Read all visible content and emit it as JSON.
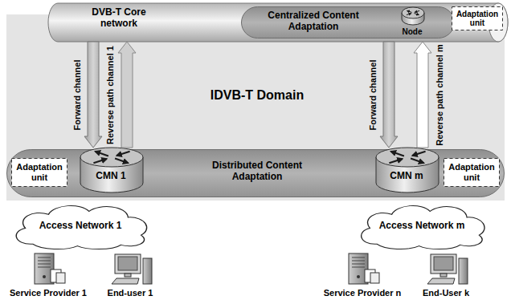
{
  "diagram": {
    "nodes": [
      {
        "text": [
          "IDVB-T Domain"
        ]
      },
      {
        "text": [
          "DVB-T Core network"
        ],
        "in": 0
      },
      {
        "text": [
          "Centralized Content Adaptation"
        ],
        "in": 1
      },
      {
        "text": [
          "Node"
        ],
        "in": 2
      },
      {
        "text": [
          "Adaptation unit"
        ],
        "in": 1
      },
      {
        "text": [
          "Distributed Content Adaptation"
        ],
        "in": 0
      },
      {
        "text": [
          "Adaptation unit"
        ],
        "in": 5
      },
      {
        "text": [
          "CMN 1"
        ],
        "in": 5
      },
      {
        "text": [
          "CMN m"
        ],
        "in": 5
      },
      {
        "text": [
          "Adaptation unit"
        ],
        "in": 5
      },
      {
        "text": [
          "Access Network 1"
        ]
      },
      {
        "text": [
          "Access Network m"
        ]
      },
      {
        "text": [
          "Service Provider 1"
        ]
      },
      {
        "text": [
          "End-user 1"
        ]
      },
      {
        "text": [
          "Service Provider n"
        ]
      },
      {
        "text": [
          "End-User k"
        ]
      }
    ],
    "edges": [
      {
        "from": 1,
        "to": 7,
        "arrow": "to",
        "label": "Forward channel"
      },
      {
        "from": 7,
        "to": 1,
        "arrow": "to",
        "label": "Reverse path channel 1"
      },
      {
        "from": 1,
        "to": 8,
        "arrow": "to",
        "label": "Forward channel"
      },
      {
        "from": 8,
        "to": 1,
        "arrow": "to",
        "label": "Reverse path channel m"
      }
    ]
  }
}
